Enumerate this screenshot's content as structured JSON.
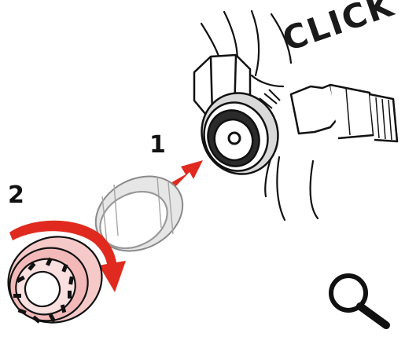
{
  "labels": {
    "step_1": "1",
    "step_2": "2",
    "click": "CLICK"
  },
  "icons": {
    "zoom": "magnifier-icon",
    "insert_arrow": "arrow-right-up-icon",
    "rotate_arrow": "curved-arrow-clockwise-icon"
  },
  "colors": {
    "accent_red": "#e02a1f",
    "aerator_pink": "#f6c9c9",
    "outline": "#111111",
    "adapter_gray": "#bdbdbd"
  }
}
